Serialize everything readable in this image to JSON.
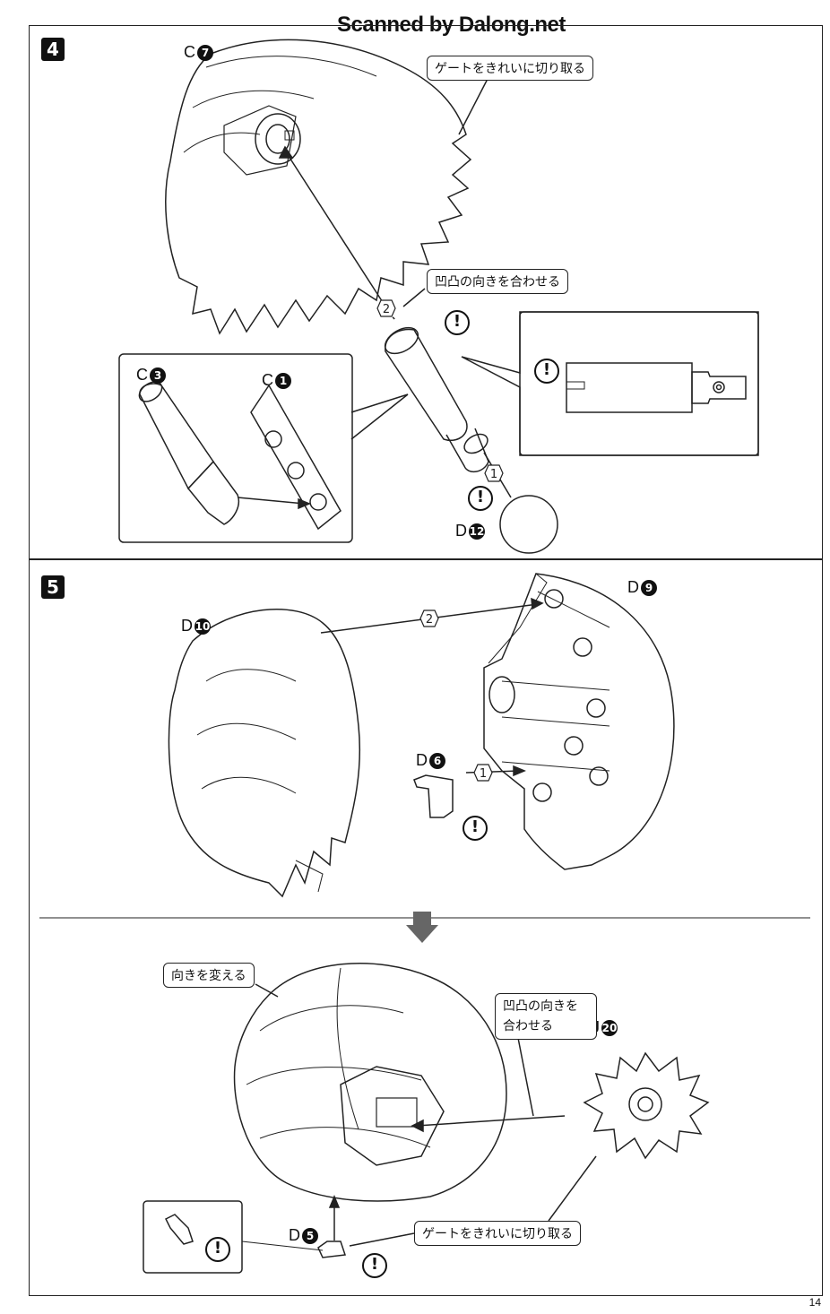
{
  "watermark": "Scanned by Dalong.net",
  "page_number": "14",
  "step4": {
    "number": "4",
    "callouts": {
      "gate_trim": "ゲートをきれいに切り取る",
      "align_notch": "凹凸の向きを合わせる"
    },
    "parts": {
      "c7": {
        "letter": "C",
        "num": "7"
      },
      "c3": {
        "letter": "C",
        "num": "3"
      },
      "c1": {
        "letter": "C",
        "num": "1"
      },
      "d12": {
        "letter": "D",
        "num": "12"
      }
    },
    "order": {
      "first": "1",
      "second": "2"
    },
    "warning": "!"
  },
  "step5": {
    "number": "5",
    "callouts": {
      "turn_around": "向きを変える",
      "align_notch": "凹凸の向きを合わせる",
      "gate_trim": "ゲートをきれいに切り取る"
    },
    "parts": {
      "d10": {
        "letter": "D",
        "num": "10"
      },
      "d9": {
        "letter": "D",
        "num": "9"
      },
      "d6": {
        "letter": "D",
        "num": "6"
      },
      "j20": {
        "letter": "J",
        "num": "20"
      },
      "d5": {
        "letter": "D",
        "num": "5"
      }
    },
    "order": {
      "first": "1",
      "second": "2"
    },
    "warning": "!"
  }
}
